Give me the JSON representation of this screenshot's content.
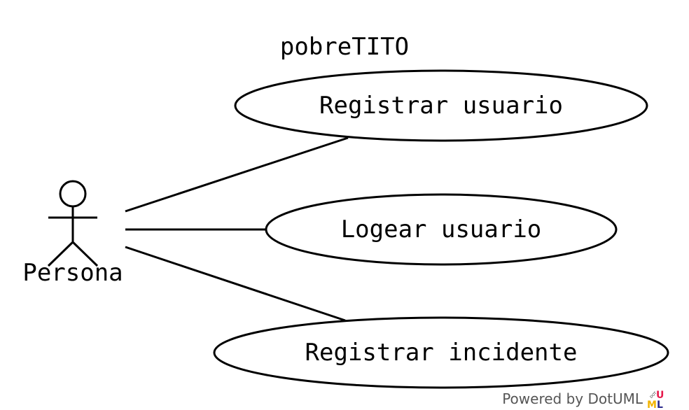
{
  "diagram": {
    "title": "pobreTITO",
    "actor": {
      "name": "Persona"
    },
    "use_cases": [
      {
        "label": "Registrar usuario"
      },
      {
        "label": "Logear usuario"
      },
      {
        "label": "Registrar incidente"
      }
    ]
  },
  "footer": {
    "powered_by": "Powered by DotUML",
    "logo_small_text": "DOT",
    "logo_letters": [
      "M",
      "U",
      "L"
    ],
    "logo_colors": {
      "M": "#f2b400",
      "U": "#e6194b",
      "L": "#2a2a8c"
    }
  }
}
